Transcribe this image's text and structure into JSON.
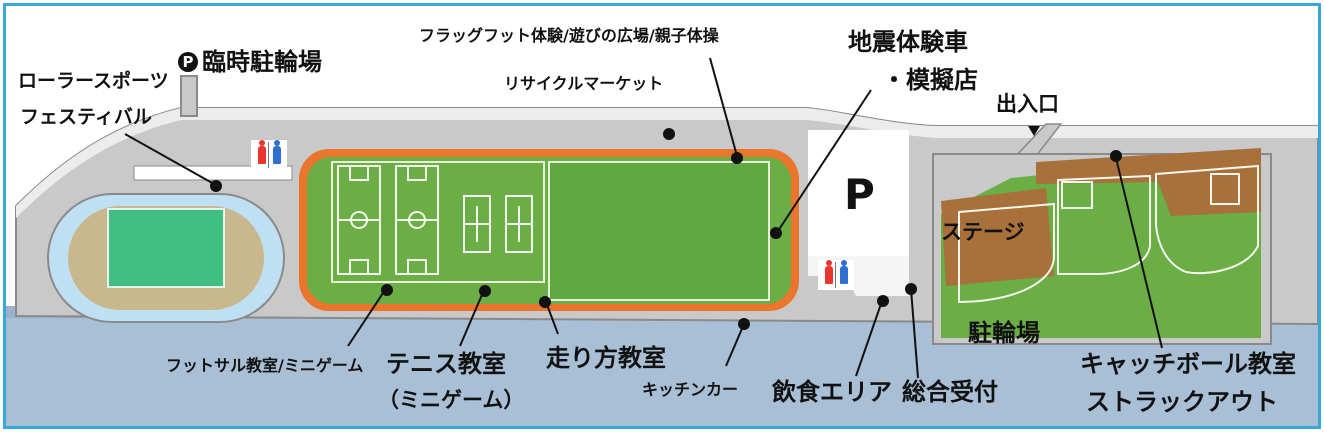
{
  "map": {
    "labels": {
      "roller_sports_line1": "ローラースポーツ",
      "roller_sports_line2": "フェスティバル",
      "temp_parking_badge": "P",
      "temp_parking": "臨時駐輪場",
      "flag_football": "フラッグフット体験/遊びの広場/親子体操",
      "recycle_market": "リサイクルマーケット",
      "earthquake_line1": "地震体験車",
      "earthquake_line2": "・模擬店",
      "entrance": "出入口",
      "parking_p": "P",
      "stage": "ステージ",
      "bicycle_parking": "駐輪場",
      "futsal": "フットサル教室/ミニゲーム",
      "tennis_line1": "テニス教室",
      "tennis_line2": "（ミニゲーム）",
      "running": "走り方教室",
      "kitchen_car": "キッチンカー",
      "food_area": "飲食エリア",
      "reception": "総合受付",
      "catchball_line1": "キャッチボール教室",
      "catchball_line2": "ストラックアウト"
    },
    "icons": [
      "toilet-icon",
      "parking-badge-icon"
    ],
    "colors": {
      "frame": "#39a7d8",
      "road": "#c9c9c9",
      "road_edge": "#8a8a8a",
      "sea": "#a8bfd6",
      "field_green": "#6aae45",
      "inner_field": "#5fa842",
      "track_orange": "#e9762c",
      "brown_area": "#a8703a",
      "stadium_blue": "#bfe0f2",
      "stadium_sand": "#c9b78d",
      "stadium_green": "#3fbf80"
    }
  }
}
